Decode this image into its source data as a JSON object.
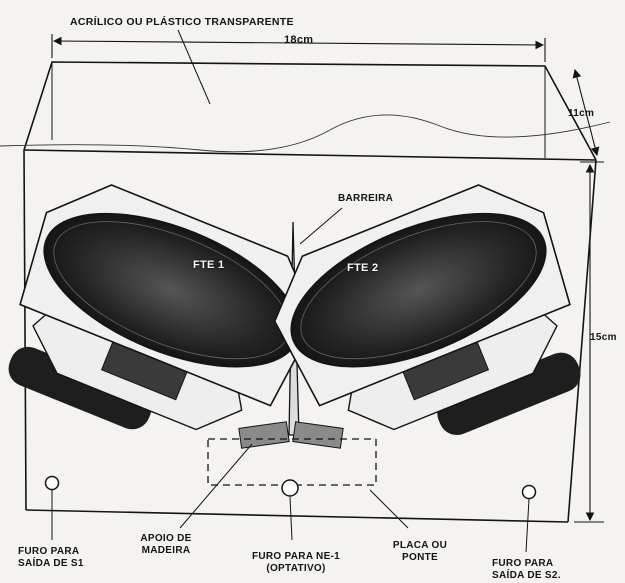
{
  "labels": {
    "top_material": "ACRÍLICO OU PLÁSTICO TRANSPARENTE",
    "width_dim": "18cm",
    "depth_dim": "11cm",
    "height_dim": "15cm",
    "barrier": "BARREIRA",
    "speaker_left": "FTE 1",
    "speaker_right": "FTE 2",
    "wood_support_line1": "APOIO DE",
    "wood_support_line2": "MADEIRA",
    "hole_ne1_line1": "FURO PARA NE-1",
    "hole_ne1_line2": "(OPTATIVO)",
    "board_line1": "PLACA OU",
    "board_line2": "PONTE",
    "hole_s1_line1": "FURO PARA",
    "hole_s1_line2": "SAÍDA DE S1",
    "hole_s2_line1": "FURO PARA",
    "hole_s2_line2": "SAÍDA DE S2."
  },
  "colors": {
    "ink": "#141414",
    "paper": "#f4f3ef",
    "cone": "#2a2a2a"
  }
}
